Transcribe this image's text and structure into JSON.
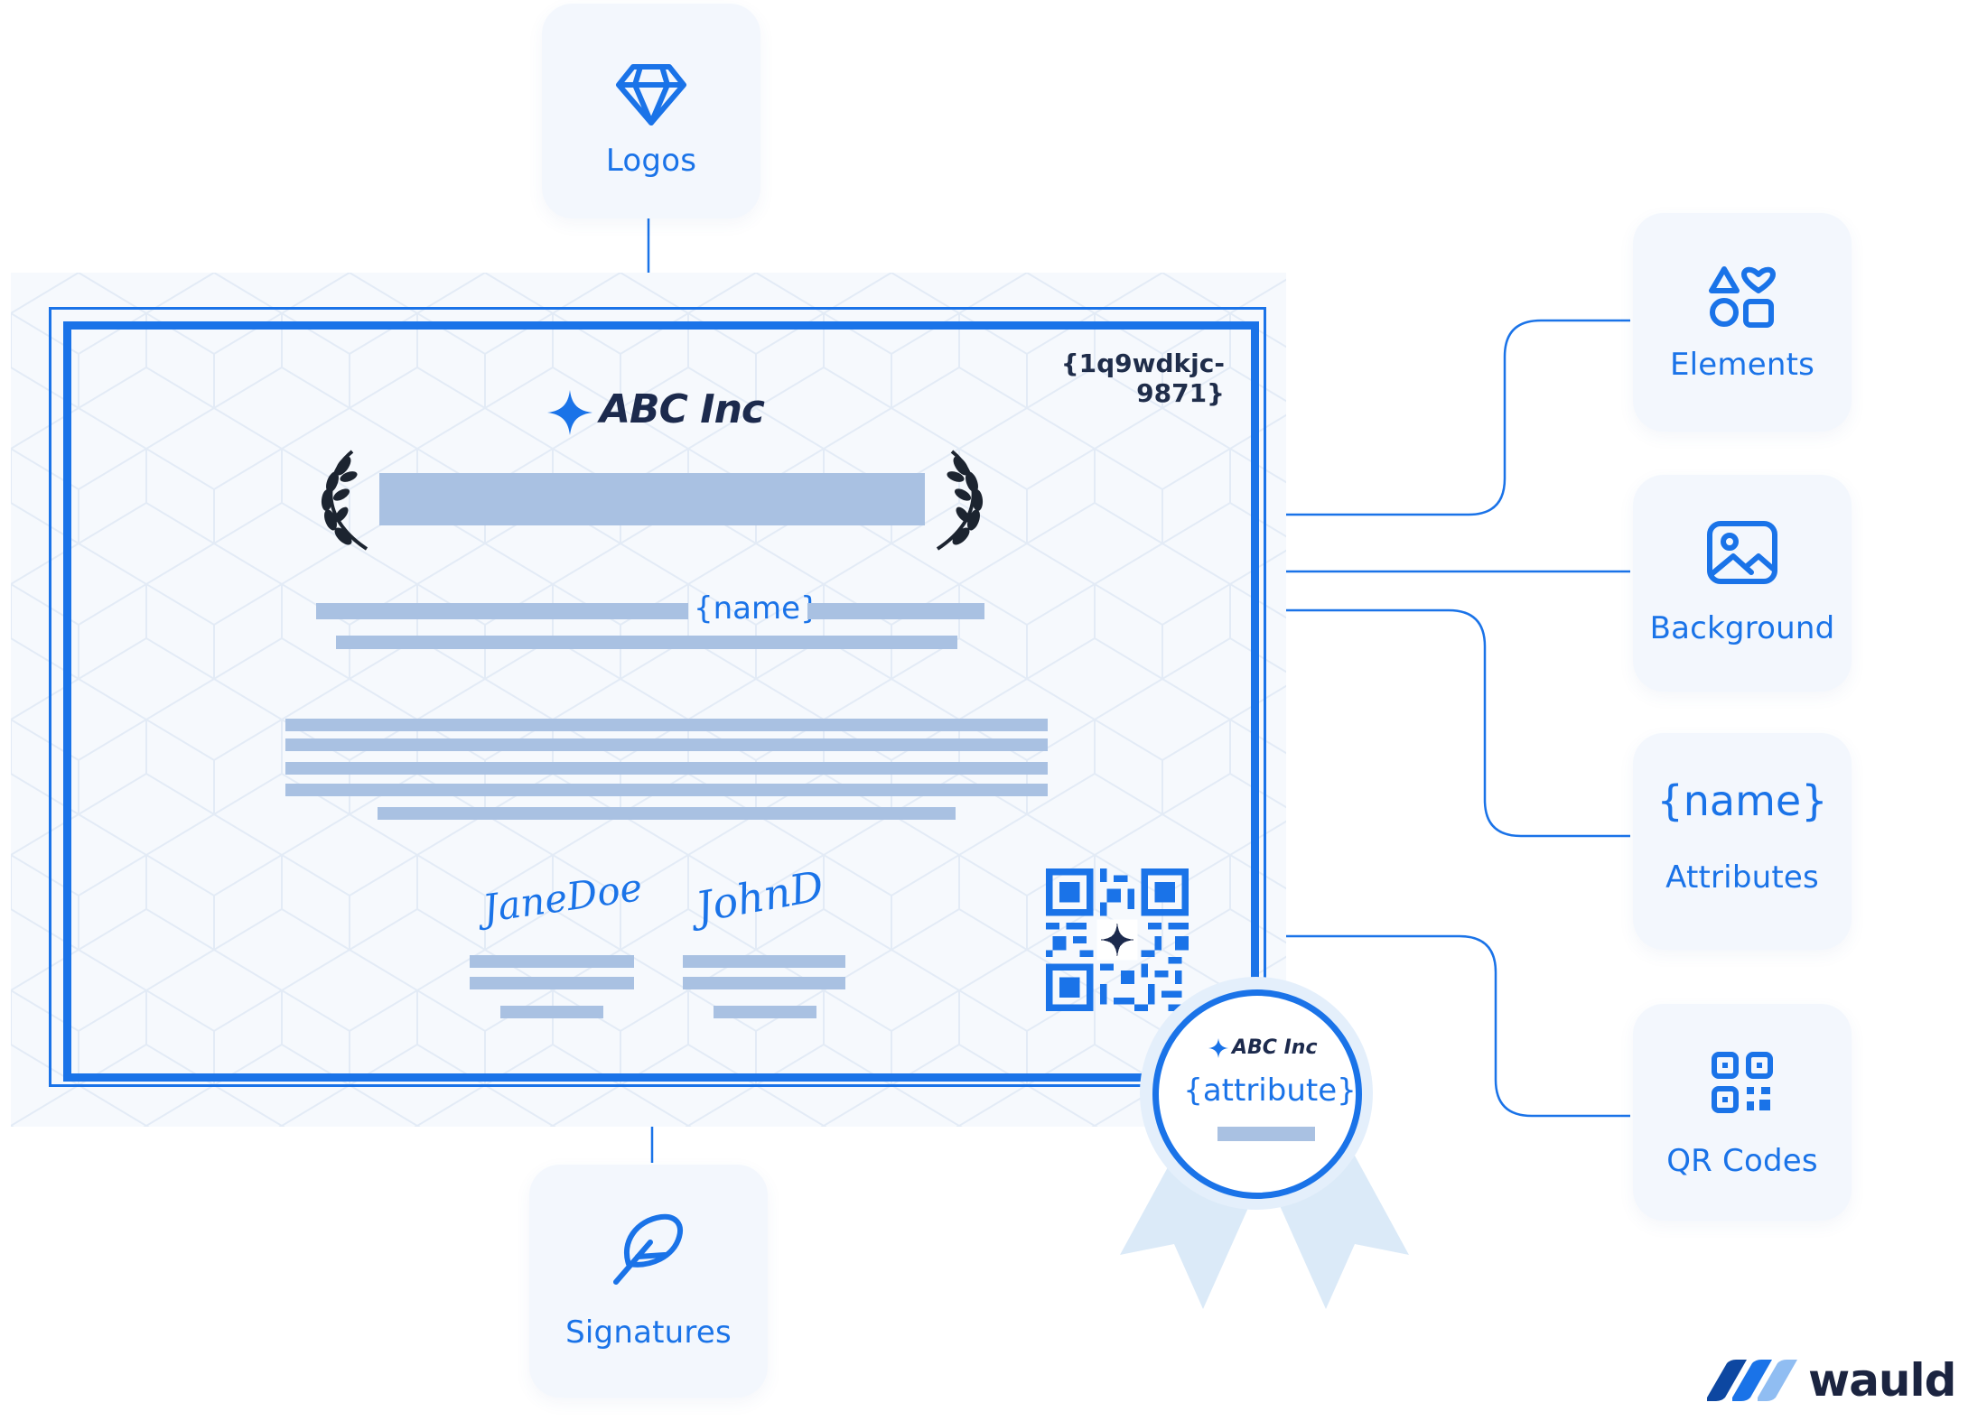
{
  "certificate": {
    "id": "{1q9wdkjc-9871}",
    "company": "ABC Inc",
    "name_token": "{name}",
    "signature_left": "JaneDoe",
    "signature_right": "JohnD"
  },
  "seal": {
    "company": "ABC Inc",
    "attribute_token": "{attribute}"
  },
  "features": [
    {
      "label": "Logos",
      "icon": "diamond-icon"
    },
    {
      "label": "Elements",
      "icon": "shapes-icon"
    },
    {
      "label": "Background",
      "icon": "image-icon"
    },
    {
      "label": "Attributes",
      "icon": "name-token",
      "token": "{name}"
    },
    {
      "label": "QR Codes",
      "icon": "qr-code-icon"
    },
    {
      "label": "Signatures",
      "icon": "feather-pen-icon"
    }
  ],
  "brand": {
    "name": "wauld"
  },
  "colors": {
    "accent": "#1a73e8",
    "placeholder_bar": "#a9c1e2",
    "card_bg": "#f3f7fd",
    "ink": "#1c2a4d"
  }
}
